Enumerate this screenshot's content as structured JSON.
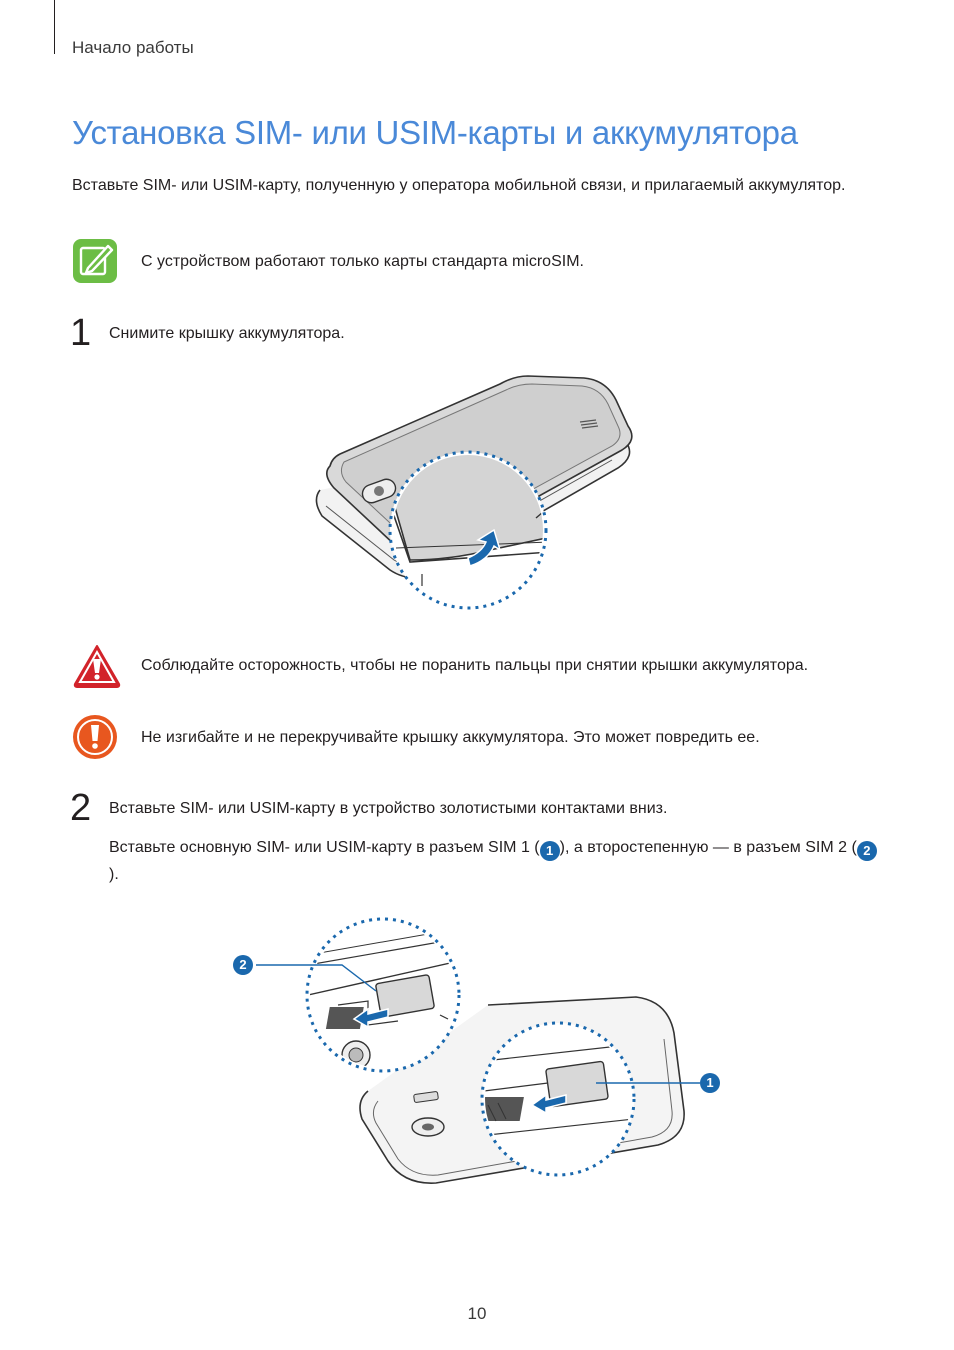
{
  "header": {
    "section": "Начало работы"
  },
  "title": "Установка SIM- или USIM-карты и аккумулятора",
  "intro": "Вставьте SIM- или USIM-карту, полученную у оператора мобильной связи, и прилагаемый аккумулятор.",
  "note": {
    "icon": "note-icon",
    "text": "С устройством работают только карты стандарта microSIM."
  },
  "step1": {
    "number": "1",
    "text": "Снимите крышку аккумулятора."
  },
  "warning": {
    "icon": "warning-triangle-icon",
    "text": "Соблюдайте осторожность, чтобы не поранить пальцы при снятии крышки аккумулятора."
  },
  "caution": {
    "icon": "caution-circle-icon",
    "text": "Не изгибайте и не перекручивайте крышку аккумулятора. Это может повредить ее."
  },
  "step2": {
    "number": "2",
    "text": "Вставьте SIM- или USIM-карту в устройство золотистыми контактами вниз.",
    "detail_part1": "Вставьте основную SIM- или USIM-карту в разъем SIM 1 (",
    "marker1": "1",
    "detail_part2": "), а второстепенную — в разъем SIM 2 (",
    "marker2": "2",
    "detail_part3": ")."
  },
  "figure2": {
    "callout1": "1",
    "callout2": "2"
  },
  "colors": {
    "title": "#4a89d8",
    "note_green": "#6cbd45",
    "warning_red": "#d2232a",
    "caution_orange": "#e8571f",
    "marker_blue": "#1a68ad",
    "dotted_blue": "#1a68ad"
  },
  "page_number": "10"
}
